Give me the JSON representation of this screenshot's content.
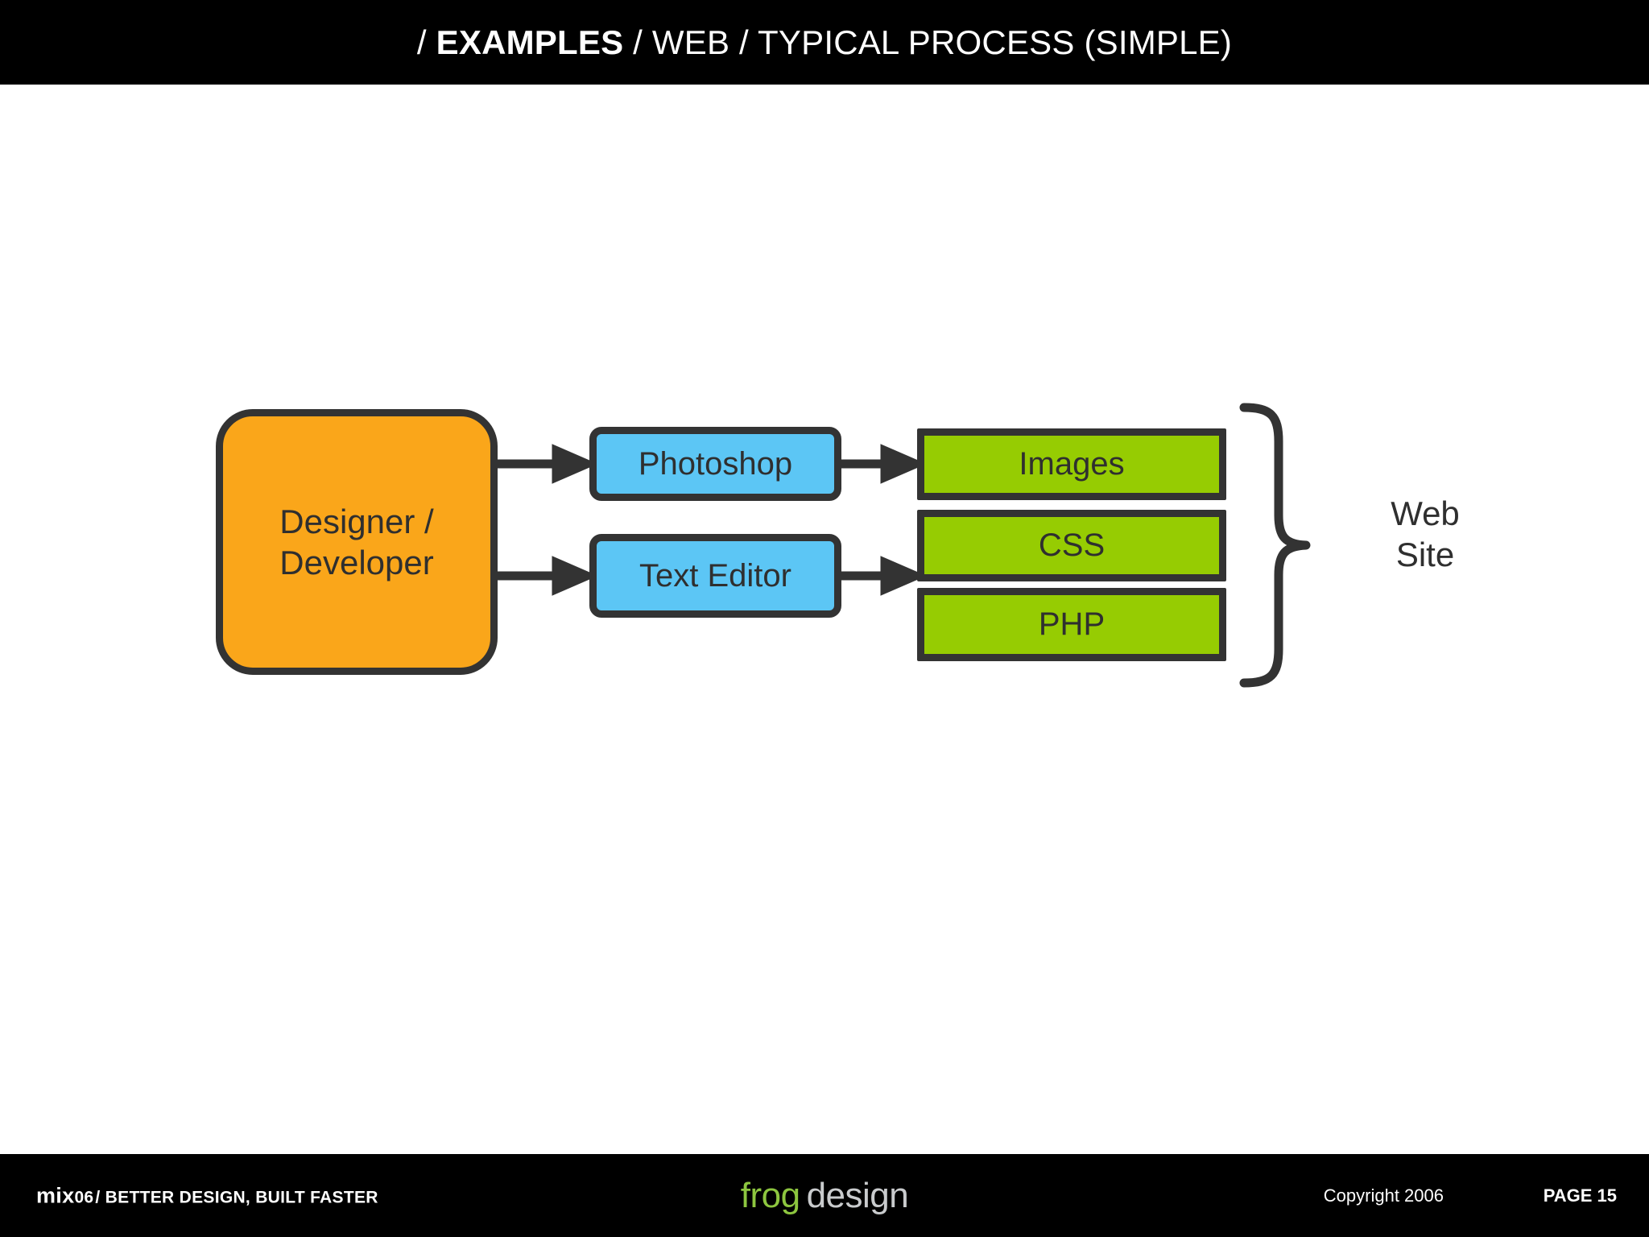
{
  "header": {
    "title_prefix": "/ ",
    "title_emphasis": "EXAMPLES",
    "title_suffix": " / WEB / TYPICAL PROCESS (SIMPLE)",
    "background_color": "#000000",
    "text_color": "#ffffff"
  },
  "diagram": {
    "nodes": {
      "designer": {
        "label": "Designer /\nDeveloper",
        "line1": "Designer /",
        "line2": "Developer",
        "fill": "#FAA61A",
        "stroke": "#333333"
      },
      "photoshop": {
        "label": "Photoshop",
        "fill": "#5CC6F5",
        "stroke": "#333333"
      },
      "text_editor": {
        "label": "Text Editor",
        "fill": "#5CC6F5",
        "stroke": "#333333"
      },
      "images": {
        "label": "Images",
        "fill": "#96CC02",
        "stroke": "#333333"
      },
      "css": {
        "label": "CSS",
        "fill": "#96CC02",
        "stroke": "#333333"
      },
      "php": {
        "label": "PHP",
        "fill": "#96CC02",
        "stroke": "#333333"
      }
    },
    "group_label": {
      "line1": "Web",
      "line2": "Site"
    },
    "arrows": [
      {
        "from": "designer",
        "to": "photoshop"
      },
      {
        "from": "designer",
        "to": "text_editor"
      },
      {
        "from": "photoshop",
        "to": "images"
      },
      {
        "from": "text_editor",
        "to": "css"
      }
    ],
    "brace": {
      "groups": [
        "images",
        "css",
        "php"
      ],
      "label": "Web Site",
      "color": "#333333"
    }
  },
  "footer": {
    "brand_mix": "mix",
    "brand_version": "06",
    "tagline": " / BETTER DESIGN, BUILT FASTER",
    "logo_frog": "frog",
    "logo_design": "design",
    "logo_frog_color": "#8DC63F",
    "logo_design_color": "#C9CBCD",
    "copyright": "Copyright 2006",
    "page": "PAGE 15",
    "background_color": "#000000"
  }
}
